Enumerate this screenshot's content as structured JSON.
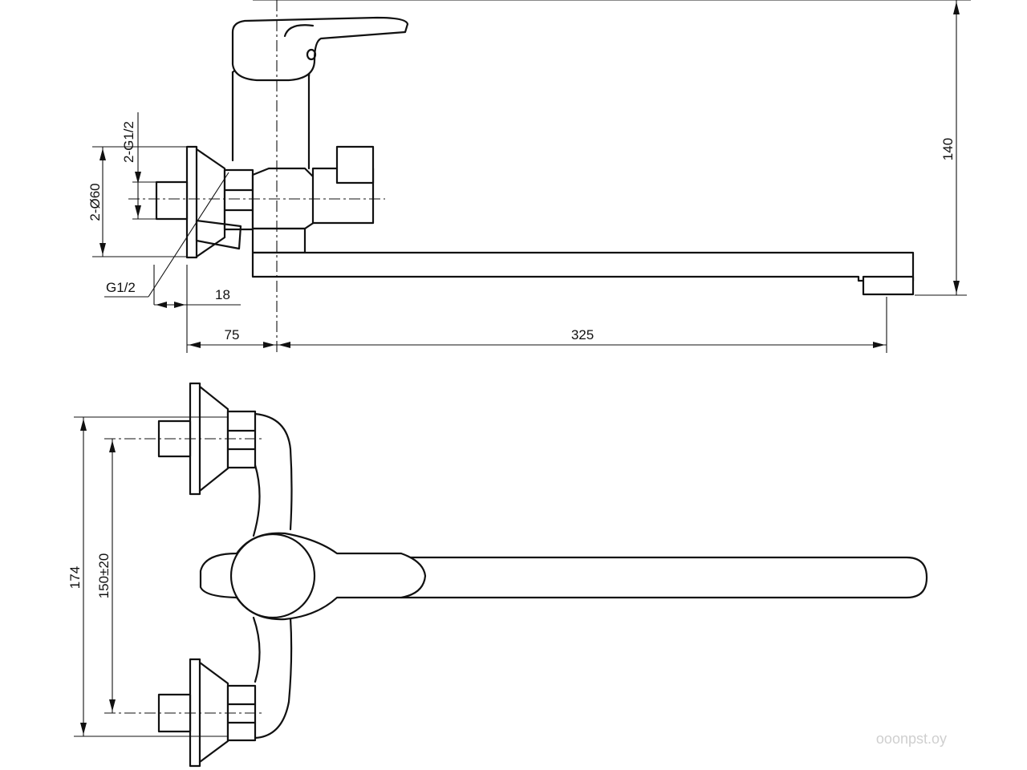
{
  "dimensions": {
    "height_total": "140",
    "thread_top": "2-G1/2",
    "flange_dia": "2-Ø60",
    "thread_bottom": "G1/2",
    "flange_depth": "18",
    "wall_offset": "75",
    "spout_reach": "325",
    "overall_width": "174",
    "center_distance": "150±20"
  },
  "watermark": "ooonpst.oy",
  "colors": {
    "line": "#111111",
    "background": "#ffffff",
    "watermark": "#cfcfcf"
  }
}
